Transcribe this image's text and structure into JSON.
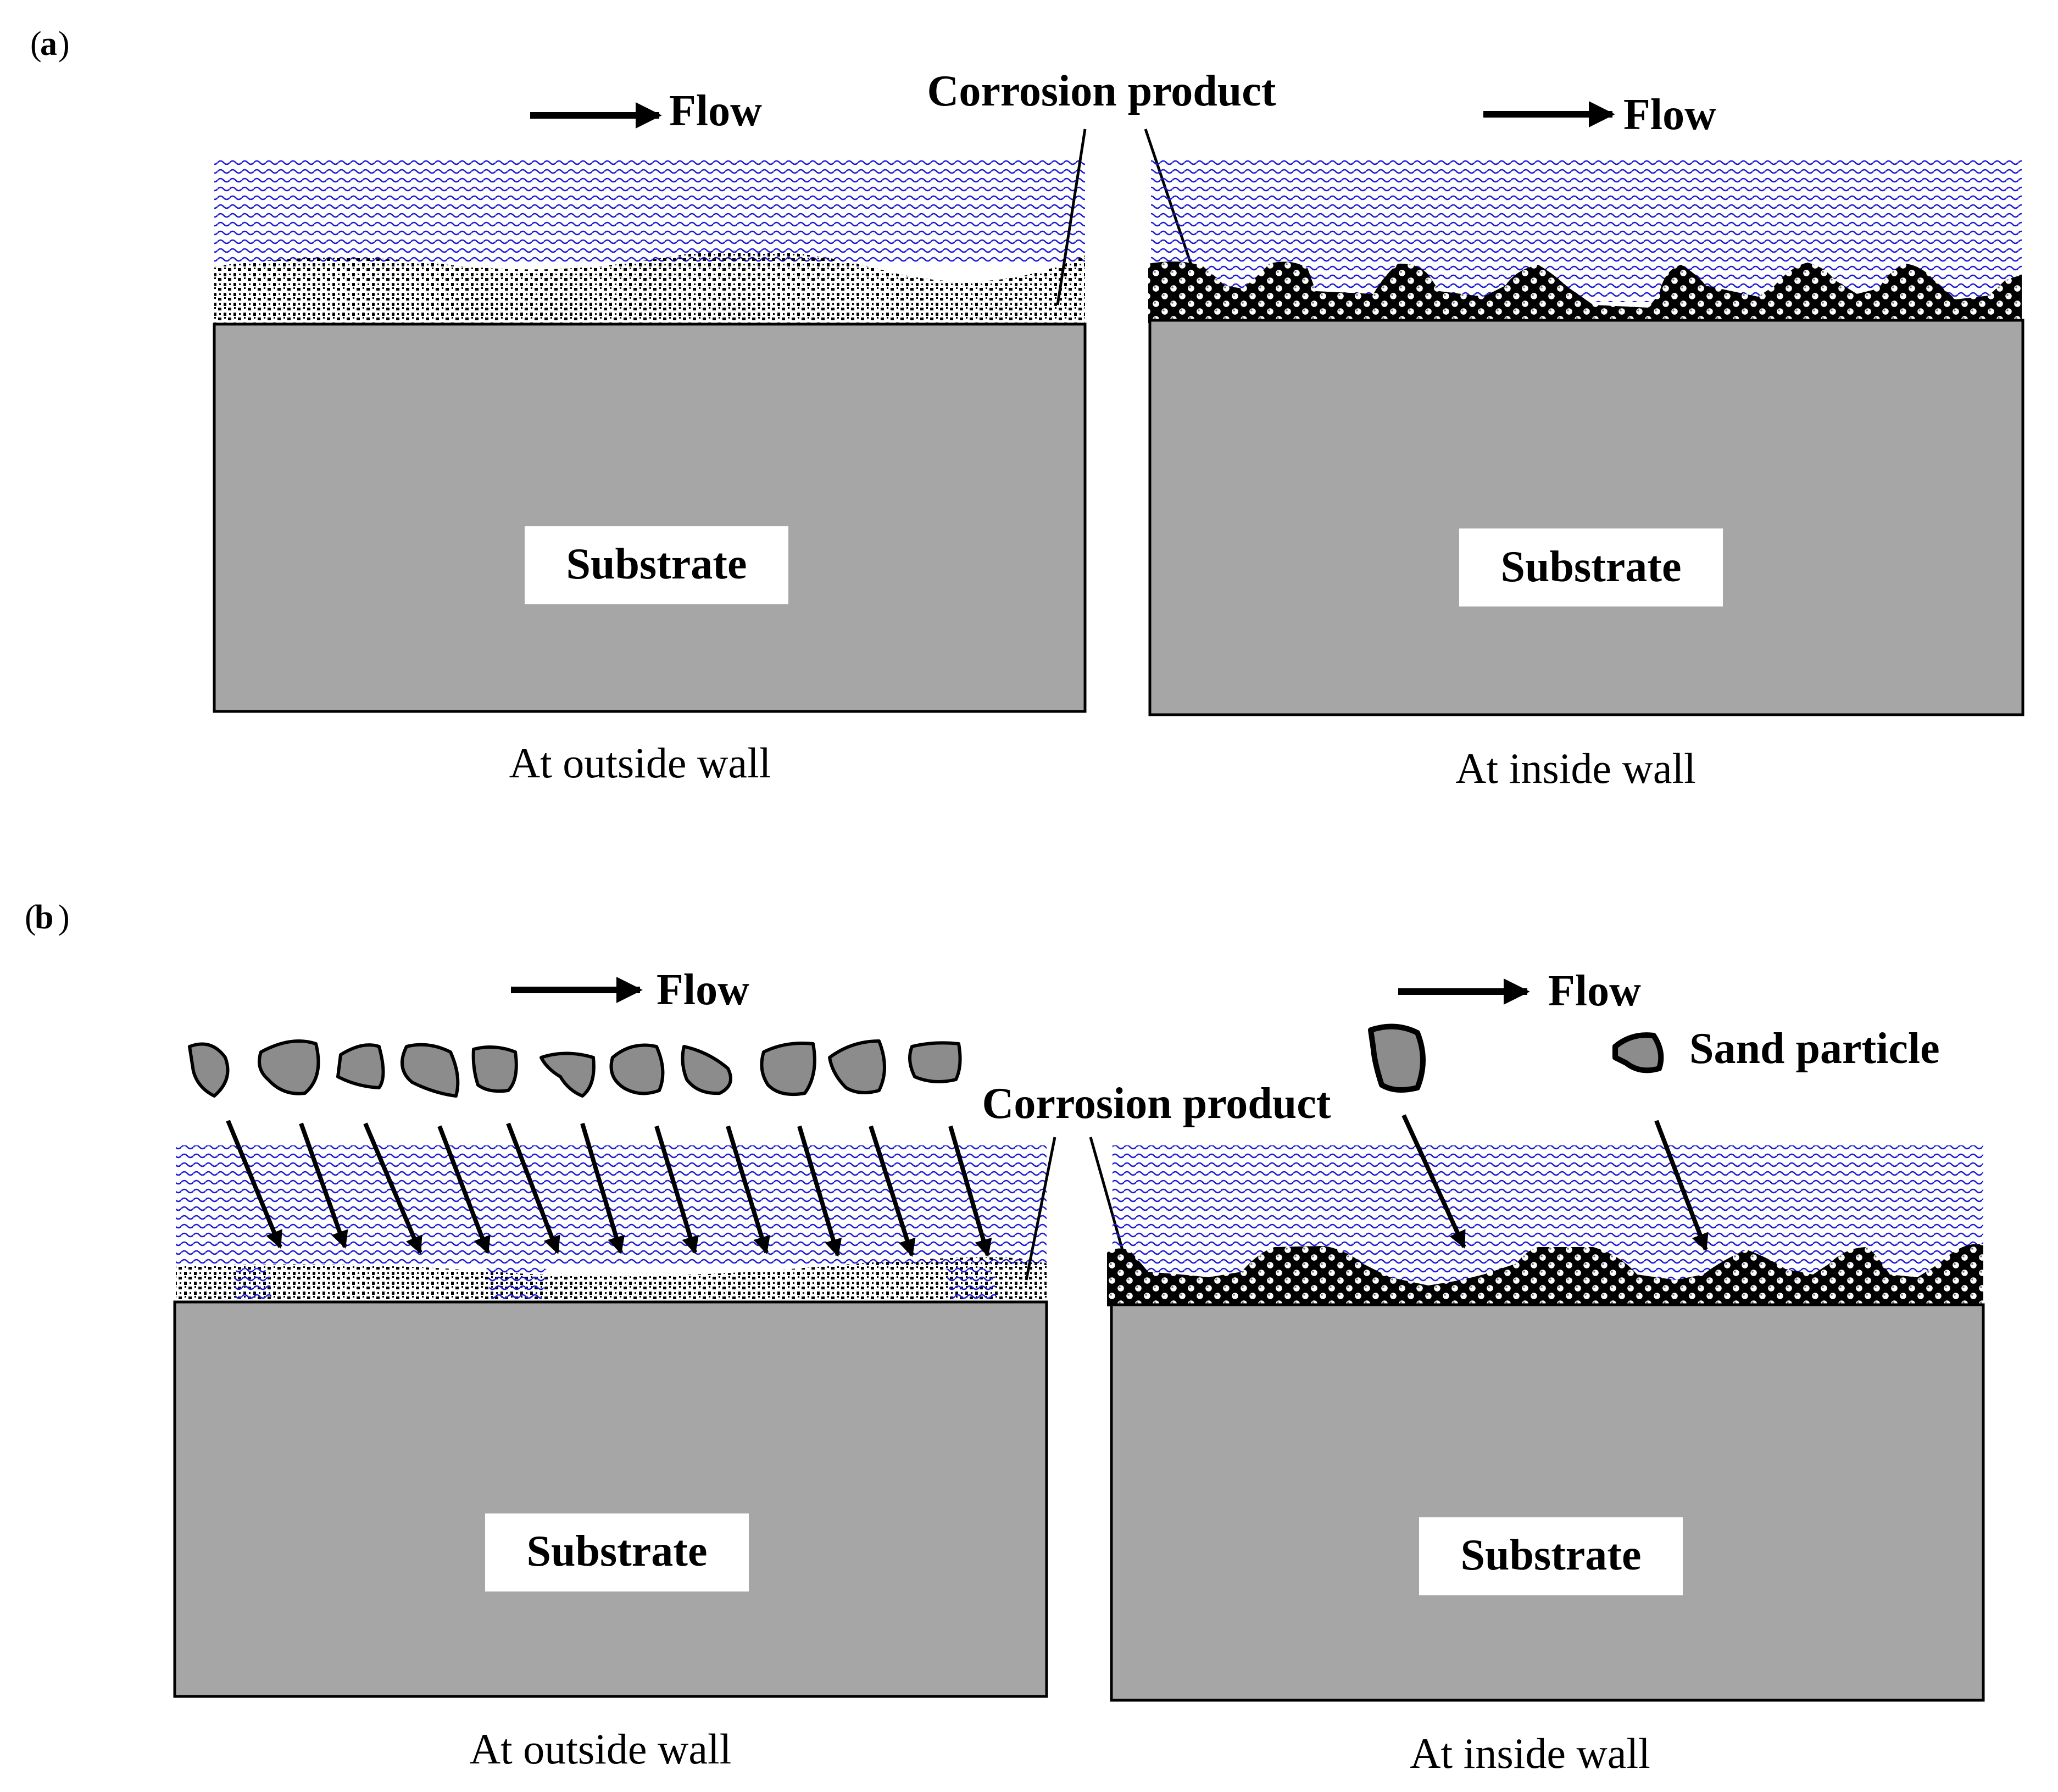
{
  "figure": {
    "panels": [
      {
        "label": "a",
        "flow_label": "Flow",
        "callouts": {
          "corrosion_product": "Corrosion product"
        },
        "left_wall": {
          "substrate_label": "Substrate",
          "caption": "At outside wall"
        },
        "right_wall": {
          "substrate_label": "Substrate",
          "caption": "At inside wall"
        }
      },
      {
        "label": "b",
        "flow_label": "Flow",
        "callouts": {
          "corrosion_product": "Corrosion product",
          "sand_particle": "Sand particle"
        },
        "left_wall": {
          "substrate_label": "Substrate",
          "caption": "At outside wall"
        },
        "right_wall": {
          "substrate_label": "Substrate",
          "caption": "At inside wall"
        }
      }
    ],
    "colors": {
      "fluid_wave": "#1b1bd6",
      "substrate": "#a6a6a6",
      "sand_particle": "#8c8c8c",
      "corrosion_dots": "#000000",
      "outline": "#000000"
    }
  }
}
